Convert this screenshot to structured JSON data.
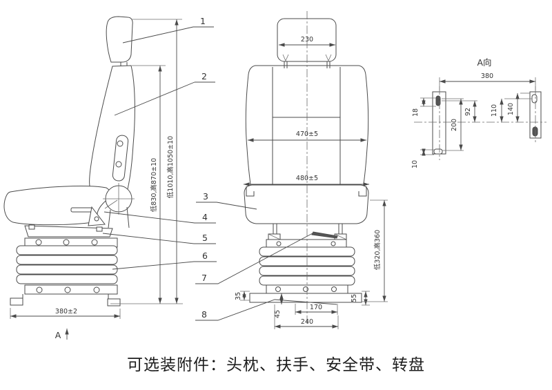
{
  "caption": {
    "text": "可选装附件：头枕、扶手、安全带、转盘"
  },
  "colors": {
    "line": "#4a4a4a",
    "text": "#333333",
    "background": "#ffffff"
  },
  "callouts": {
    "c1": "1",
    "c2": "2",
    "c3": "3",
    "c4": "4",
    "c5": "5",
    "c6": "6",
    "c7": "7",
    "c8": "8"
  },
  "side_view": {
    "dim_base_width": "380±2",
    "dim_height_backrest": "低830,高870±10",
    "dim_height_headrest": "低1010,高1050±10",
    "section_label": "A"
  },
  "front_view": {
    "dim_headrest_width": "230",
    "dim_backrest_width": "470±5",
    "dim_cushion_width": "480±5",
    "dim_seat_height": "低320,高360",
    "dim_rail_left_height": "35",
    "dim_rail_drop": "45",
    "dim_rail_right_height": "55",
    "dim_hole_span": "170",
    "dim_rail_span": "240"
  },
  "a_view": {
    "title": "A向",
    "dim_width": "380",
    "dim_slot_top": "18",
    "dim_slot_bottom": "10",
    "dim_total_height": "200",
    "dim_upper_height": "92",
    "dim_right_upper": "110",
    "dim_right_lower": "140"
  }
}
